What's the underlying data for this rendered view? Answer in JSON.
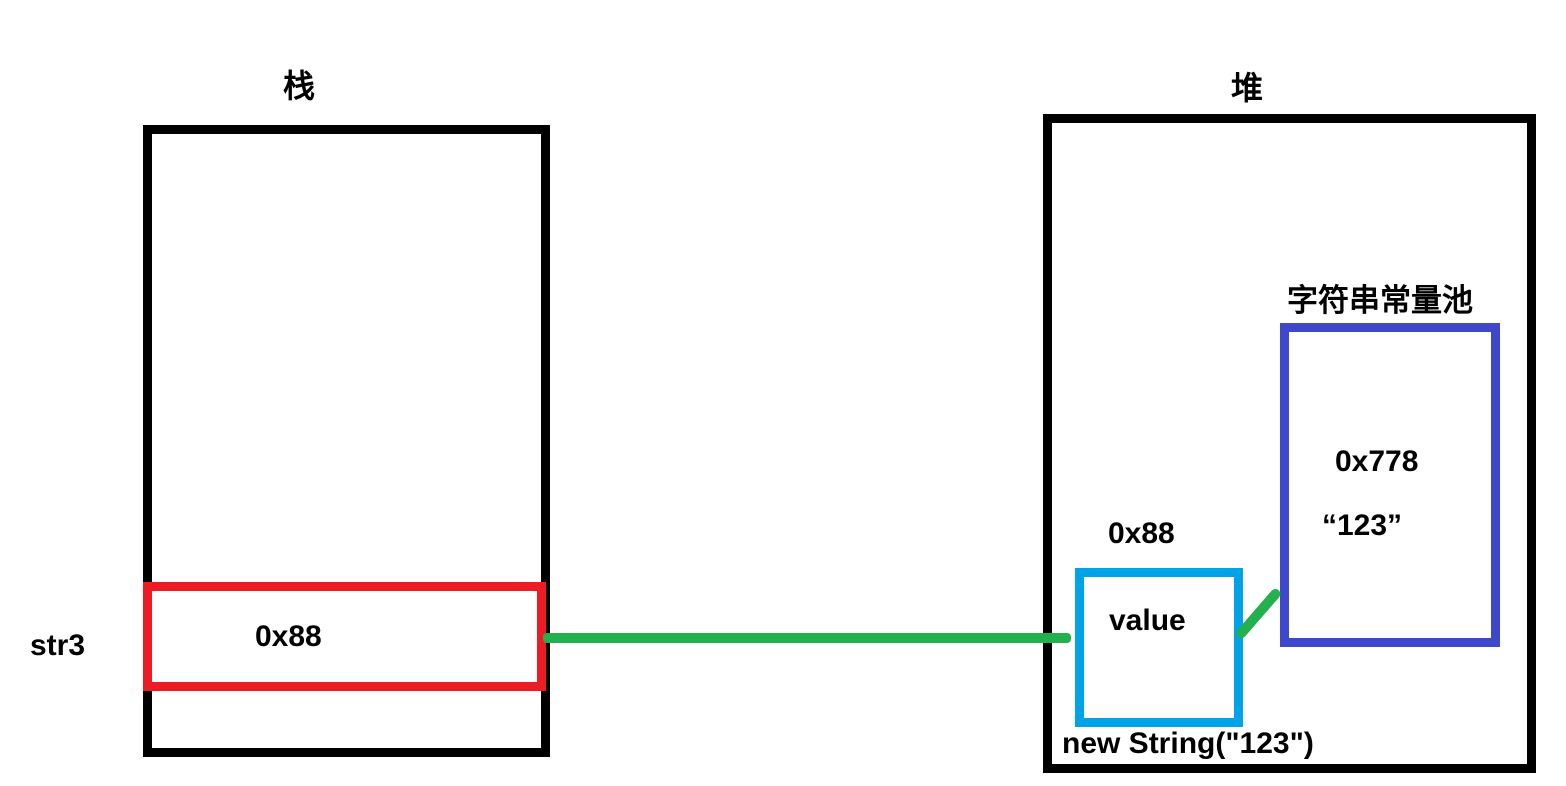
{
  "stack": {
    "title": "栈",
    "var_label": "str3",
    "cell_value": "0x88"
  },
  "heap": {
    "title": "堆",
    "object": {
      "address": "0x88",
      "field": "value",
      "caption": "new String(\"123\")"
    },
    "string_pool": {
      "title": "字符串常量池",
      "address": "0x778",
      "value": "“123”"
    }
  },
  "colors": {
    "container_border": "#000000",
    "stack_cell_border": "#ed1c24",
    "object_box_border": "#00a2e8",
    "string_pool_border": "#3f48cc",
    "reference_line": "#22b14c",
    "background": "#ffffff",
    "text": "#000000"
  }
}
